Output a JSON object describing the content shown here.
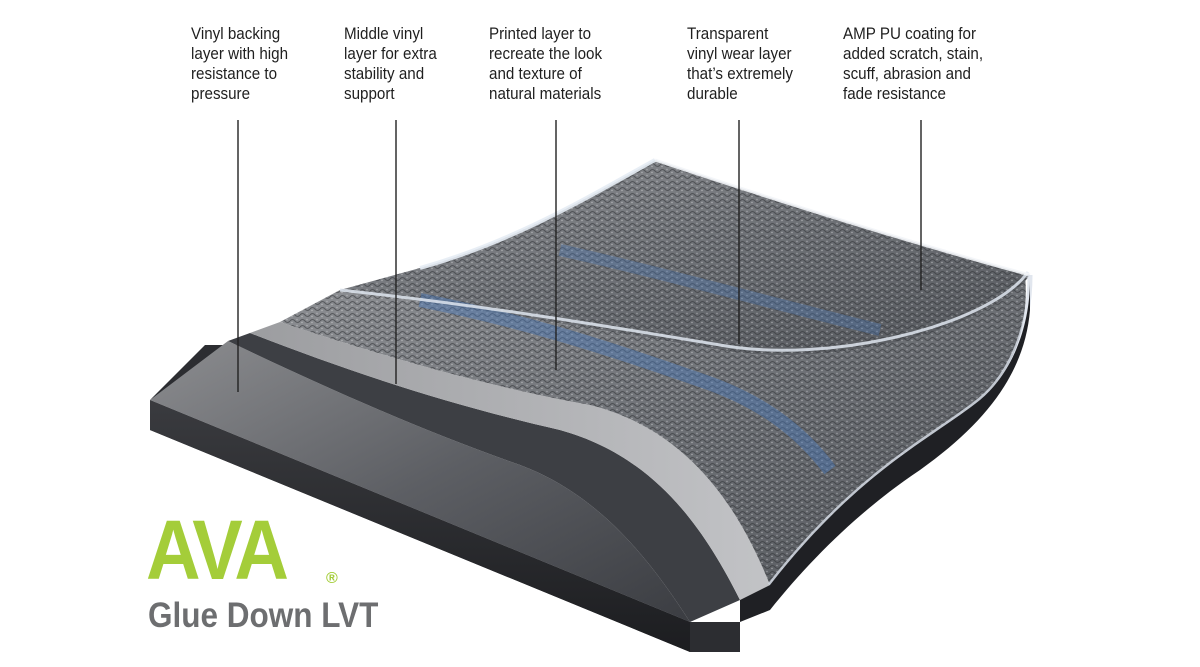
{
  "callouts": [
    {
      "lines": [
        "Vinyl backing",
        "layer with high",
        "resistance to",
        "pressure"
      ]
    },
    {
      "lines": [
        "Middle vinyl",
        "layer for extra",
        "stability and",
        "support"
      ]
    },
    {
      "lines": [
        "Printed layer to",
        "recreate the look",
        "and texture of",
        "natural materials"
      ]
    },
    {
      "lines": [
        "Transparent",
        "vinyl wear layer",
        "that’s extremely",
        "durable"
      ]
    },
    {
      "lines": [
        "AMP PU coating for",
        "added scratch, stain,",
        "scuff, abrasion and",
        "fade resistance"
      ]
    }
  ],
  "brand": {
    "name": "AVA",
    "registered_mark": "®",
    "product": "Glue Down LVT"
  },
  "colors": {
    "brand_green": "#a4cd39",
    "brand_gray": "#6d6e70",
    "label_text": "#1f1f1f",
    "leader_line": "#222222"
  }
}
